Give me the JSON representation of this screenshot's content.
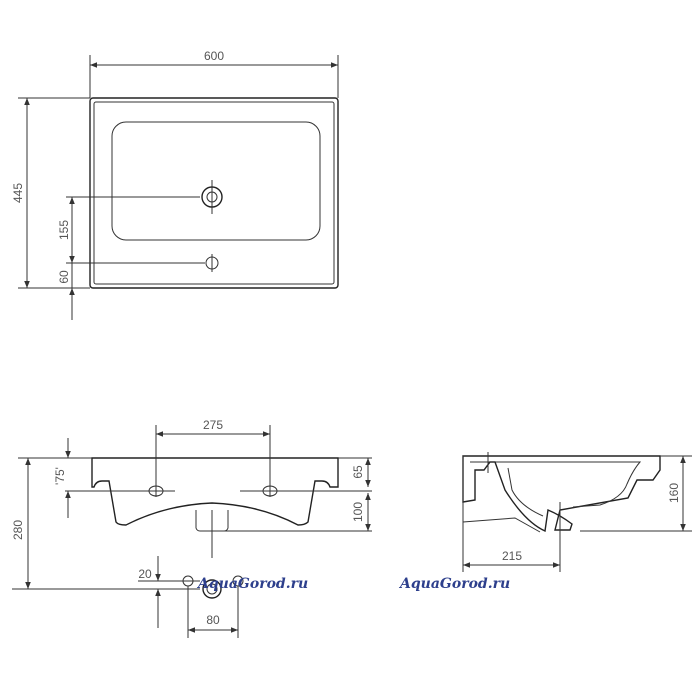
{
  "top_view": {
    "width": "600",
    "depth": "445",
    "tap_offset": "155",
    "overflow_offset": "60"
  },
  "front_view": {
    "tap_spacing": "275",
    "depth_75": "'75'",
    "height_total": "280",
    "rim_65": "65",
    "bowl_100": "100",
    "drain_20": "20",
    "drain_80": "80"
  },
  "side_view": {
    "depth_215": "215",
    "height_160": "160"
  },
  "watermarks": [
    "AquaGorod.ru",
    "AquaGorod.ru"
  ],
  "colors": {
    "line": "#333333",
    "watermark": "#2d3f8c"
  }
}
